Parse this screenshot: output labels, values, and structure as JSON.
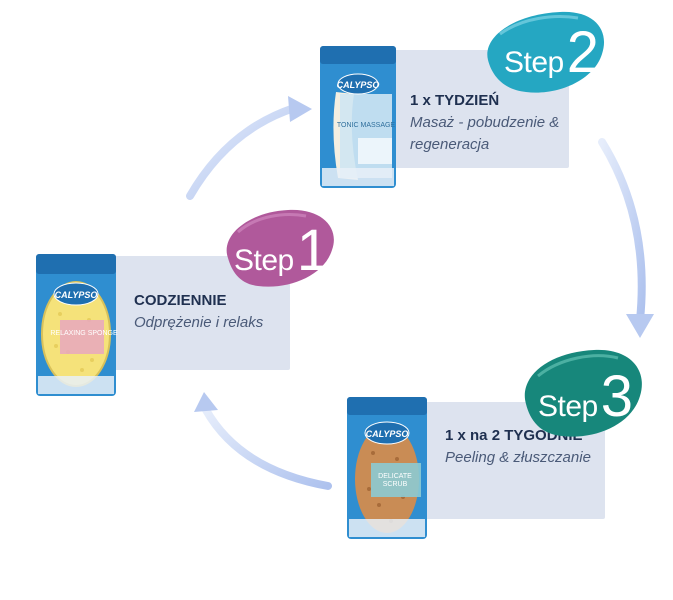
{
  "steps": [
    {
      "word": "Step",
      "number": "1",
      "heading": "CODZIENNIE",
      "description": "Odprężenie i relaks",
      "color": "#b0599b",
      "product": {
        "brand": "CALYPSO",
        "label": "RELAXING SPONGE"
      }
    },
    {
      "word": "Step",
      "number": "2",
      "heading": "1 x TYDZIEŃ",
      "description": "Masaż - pobudzenie & regeneracja",
      "color": "#25a7c2",
      "product": {
        "brand": "CALYPSO",
        "label": "TONIC MASSAGE"
      }
    },
    {
      "word": "Step",
      "number": "3",
      "heading": "1 x na 2 TYGODNIE",
      "description": "Peeling & złuszczanie",
      "color": "#17877b",
      "product": {
        "brand": "CALYPSO",
        "label": "DELICATE SCRUB"
      }
    }
  ],
  "colors": {
    "card_background": "#dde3ef",
    "arrow": "#b7c9f0",
    "package_blue": "#2f8ed0"
  }
}
